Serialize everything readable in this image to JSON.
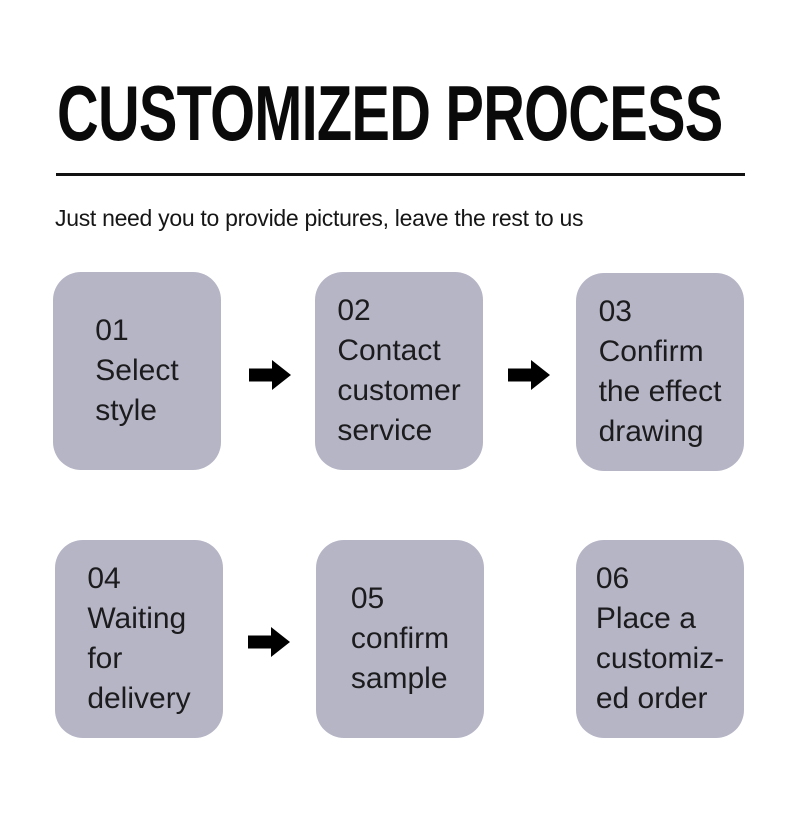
{
  "header": {
    "title": "CUSTOMIZED PROCESS",
    "subtitle": "Just need you to provide pictures, leave the rest to us"
  },
  "colors": {
    "background": "#ffffff",
    "box_background": "#b6b5c6",
    "step_text": "#1c1c1e",
    "title_text": "#0a0a0a",
    "arrow": "#000000",
    "divider": "#111111"
  },
  "steps": [
    {
      "number": "01",
      "lines": [
        "Select",
        "style"
      ]
    },
    {
      "number": "02",
      "lines": [
        "Contact",
        "customer",
        "service"
      ]
    },
    {
      "number": "03",
      "lines": [
        "Confirm",
        "the effect",
        "drawing"
      ]
    },
    {
      "number": "04",
      "lines": [
        "Waiting",
        "for",
        "delivery"
      ]
    },
    {
      "number": "05",
      "lines": [
        "confirm",
        "sample"
      ]
    },
    {
      "number": "06",
      "lines": [
        "Place a",
        "customiz-",
        "ed order"
      ]
    }
  ],
  "flow": {
    "arrows": [
      {
        "from": "01",
        "to": "02"
      },
      {
        "from": "02",
        "to": "03"
      },
      {
        "from": "04",
        "to": "05"
      }
    ]
  }
}
